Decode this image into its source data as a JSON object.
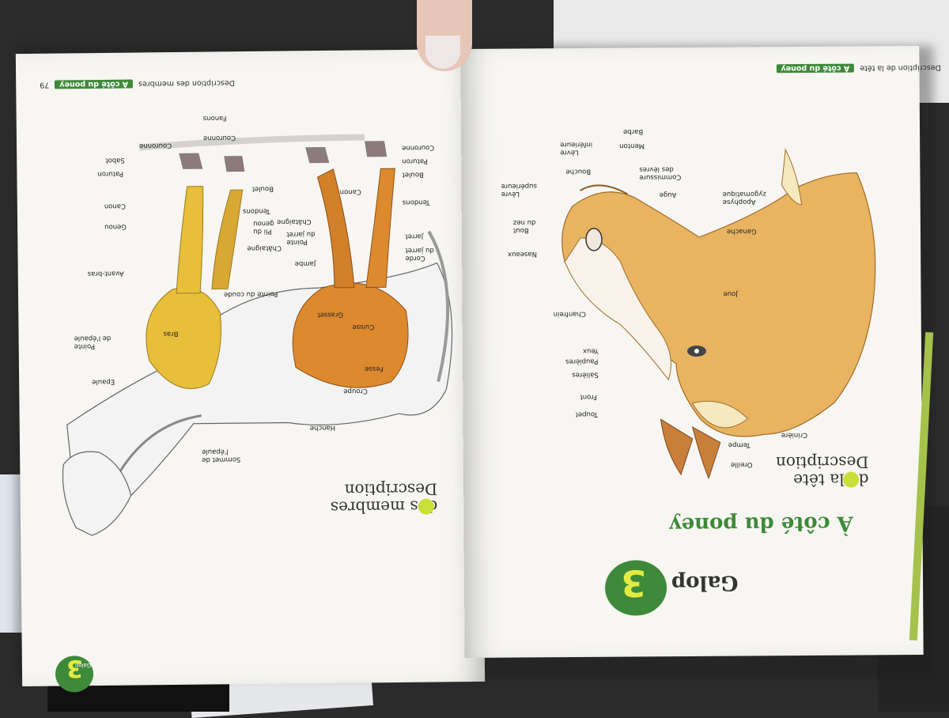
{
  "left_page": {
    "header": {
      "page_number": "79",
      "section": "À côté du poney",
      "topic": "Description des membres"
    },
    "title": {
      "line1": "Description",
      "line2": "des membres"
    },
    "corner_badge": {
      "text": "Galop",
      "number": "3"
    },
    "labels": [
      "Fanons",
      "Couronne",
      "Couronne",
      "Sabot",
      "Paturon",
      "Boulet",
      "Canon",
      "Tendons",
      "Genou",
      "Châtaigne",
      "Pli du\ngenou",
      "Avant-bras",
      "Pointe du coude",
      "Bras",
      "Pointe\nde l'épaule",
      "Epaule",
      "Sommet de\nl'épaule",
      "Couronne",
      "Paturon",
      "Boulet",
      "Canon",
      "Tendons",
      "Châtaigne",
      "Jarret",
      "Pointe\ndu jarret",
      "Corde\ndu jarret",
      "Jambe",
      "Grasset",
      "Cuisse",
      "Fesse",
      "Croupe",
      "Hanche"
    ]
  },
  "right_page": {
    "header": {
      "section": "À côté du poney",
      "topic": "Description de la tête"
    },
    "galop": {
      "text": "Galop",
      "number": "3"
    },
    "main_title": "À côté du poney",
    "title": {
      "line1": "Description",
      "line2": "de la tête"
    },
    "labels": [
      "Barbe",
      "Menton",
      "Lèvre\ninférieure",
      "Commissure\ndes lèvres",
      "Bouche",
      "Lèvre\nsupérieure",
      "Auge",
      "Apophyse\nzygomatique",
      "Bout\ndu nez",
      "Ganache",
      "Naseaux",
      "Joue",
      "Chanfrein",
      "Yeux",
      "Paupières",
      "Salières",
      "Front",
      "Toupet",
      "Crinière",
      "Tempe",
      "Oreille"
    ]
  },
  "colors": {
    "accent_green": "#3e8a3a",
    "badge_yellow": "#e3ea42",
    "page": "#f7f6f2",
    "horse_yellow": "#e8bf3a",
    "horse_orange": "#dd8a2e",
    "horse_tan": "#e8b462"
  }
}
